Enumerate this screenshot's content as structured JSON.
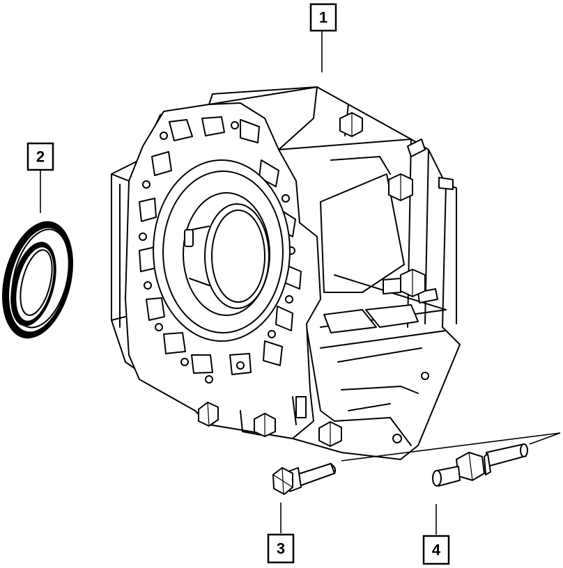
{
  "callouts": [
    {
      "id": "housing",
      "label": "1"
    },
    {
      "id": "seal",
      "label": "2"
    },
    {
      "id": "bolt",
      "label": "3"
    },
    {
      "id": "stud",
      "label": "4"
    }
  ]
}
